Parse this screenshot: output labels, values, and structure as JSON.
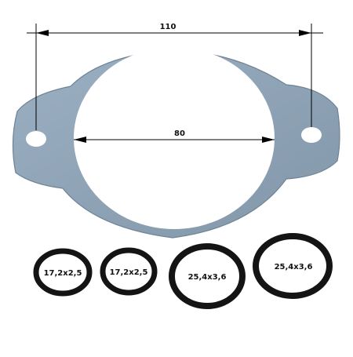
{
  "dimensions": {
    "overall": "110",
    "inner": "80"
  },
  "orings": [
    {
      "label": "17,2x2,5"
    },
    {
      "label": "17,2x2,5"
    },
    {
      "label": "25,4x3,6"
    },
    {
      "label": "25,4x3,6"
    }
  ],
  "colors": {
    "gasket": "#8fa3b5",
    "gasket_edge": "#6f8396",
    "oring": "#141414",
    "dimension_line": "#000000"
  }
}
